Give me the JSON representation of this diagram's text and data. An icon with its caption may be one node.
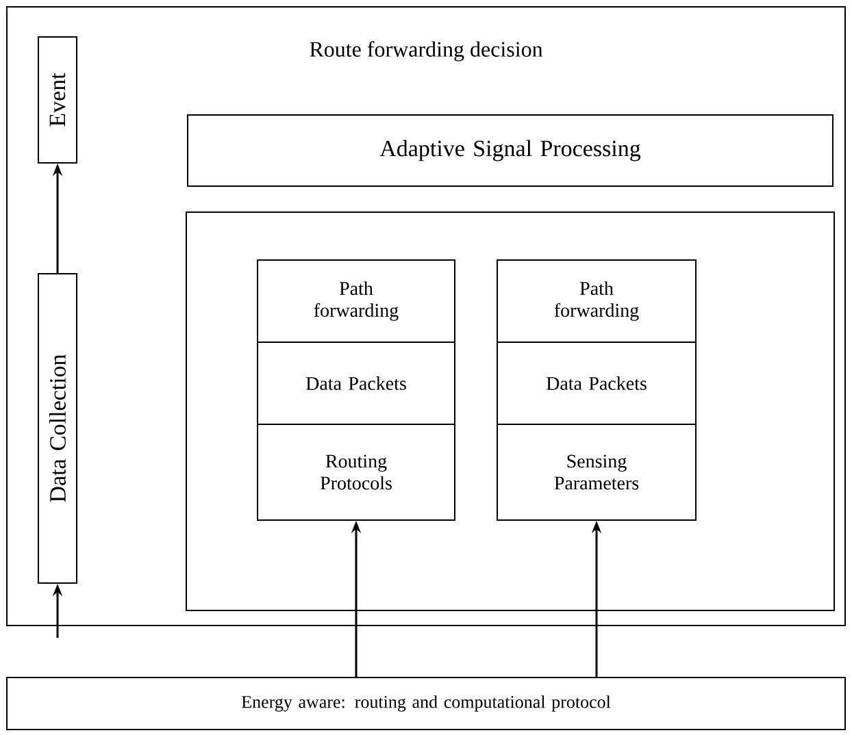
{
  "diagram": {
    "nodes": [
      {
        "text": [
          "Route forwarding decision"
        ]
      },
      {
        "text": [
          "Event"
        ],
        "in": 0
      },
      {
        "text": [
          "Data Collection"
        ],
        "in": 0
      },
      {
        "text": [
          "Adaptive Signal Processing"
        ],
        "in": 0
      },
      {
        "text": [],
        "shape": "box",
        "in": 0
      },
      {
        "text": [
          "Path forwarding"
        ],
        "in": 4
      },
      {
        "text": [
          "Data Packets"
        ],
        "in": 4
      },
      {
        "text": [
          "Routing Protocols"
        ],
        "in": 4
      },
      {
        "text": [
          "Path forwarding"
        ],
        "in": 4
      },
      {
        "text": [
          "Data Packets"
        ],
        "in": 4
      },
      {
        "text": [
          "Sensing Parameters"
        ],
        "in": 4
      },
      {
        "text": [
          "Energy aware: routing and computational protocol"
        ]
      }
    ],
    "edges": [
      {
        "from": 2,
        "to": 1,
        "arrow": "to"
      },
      {
        "from": null,
        "to": 2,
        "arrow": "to"
      },
      {
        "from": 11,
        "to": 7,
        "arrow": "to"
      },
      {
        "from": 11,
        "to": 10,
        "arrow": "to"
      }
    ]
  }
}
